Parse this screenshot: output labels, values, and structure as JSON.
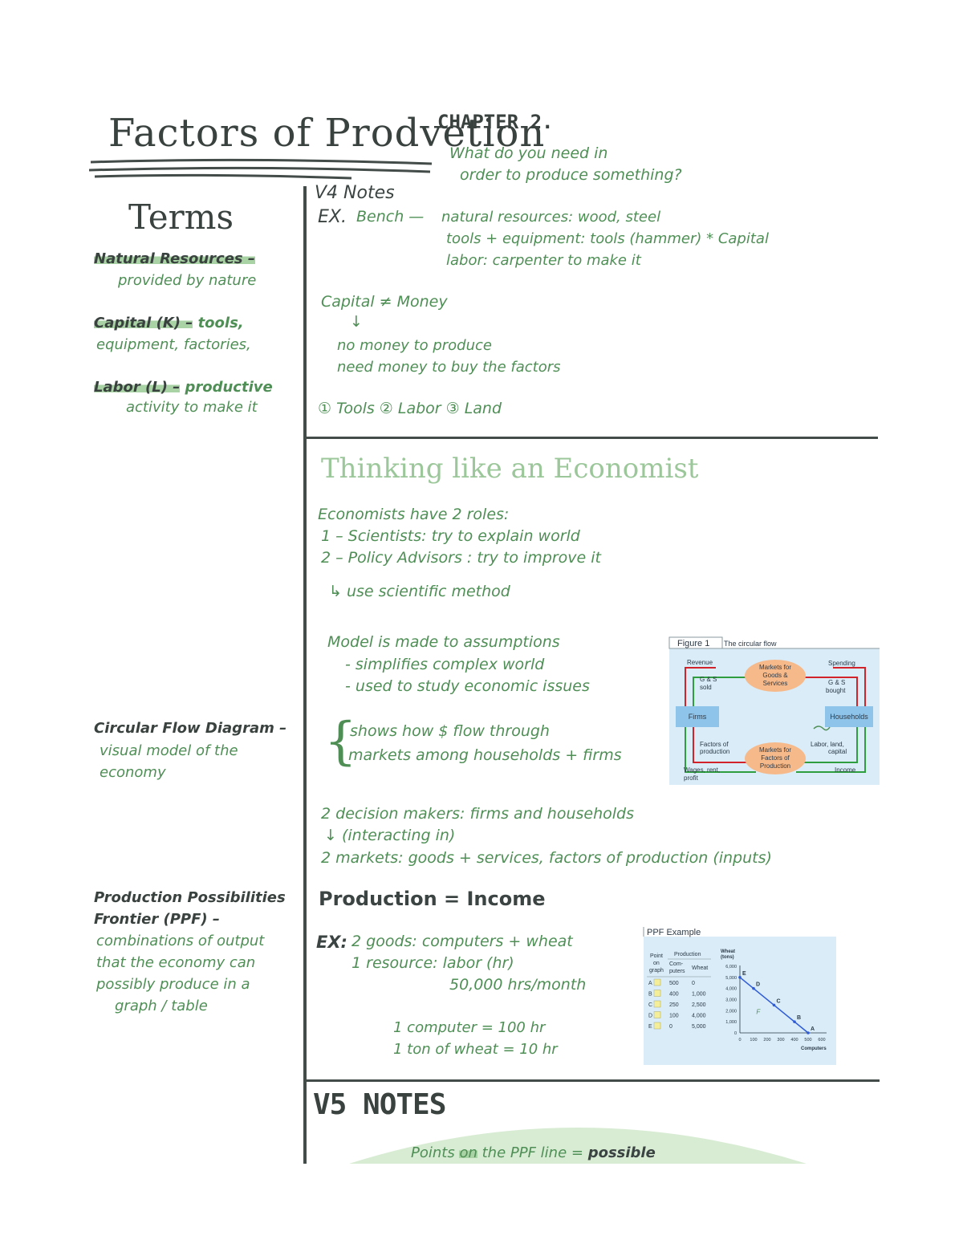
{
  "header": {
    "title": "Factors of Prodvetion",
    "chapter": "CHAPTER 2.",
    "question_line1": "What do you need in",
    "question_line2": "order to produce something?"
  },
  "sidebar": {
    "heading": "Terms",
    "items": [
      {
        "term": "Natural Resources –",
        "definition_line1": "provided by nature",
        "definition_line2": ""
      },
      {
        "term": "Capital (K) –",
        "definition_inline": "tools,",
        "definition_line1": "equipment, factories,",
        "definition_line2": ""
      },
      {
        "term": "Labor (L) –",
        "definition_inline": "productive",
        "definition_line1": "activity to make it",
        "definition_line2": ""
      },
      {
        "term": "Circular Flow Diagram –",
        "definition_line1": "visual model of the",
        "definition_line2": "economy"
      },
      {
        "term_line1": "Production Possibilities",
        "term_line2": "Frontier (PPF) –",
        "definition_line1": "combinations of output",
        "definition_line2": "that the economy can",
        "definition_line3": "possibly produce in a",
        "definition_line4": "graph / table"
      }
    ]
  },
  "v4": {
    "heading": "V4 Notes",
    "ex_label": "EX.",
    "ex_subject": "Bench —",
    "ex_line1": "natural resources: wood, steel",
    "ex_line2": "tools + equipment: tools (hammer) * Capital",
    "ex_line3": "labor: carpenter to make it",
    "capital_money": "Capital ≠ Money",
    "arrow_down": "↓",
    "no_money": "no money to produce",
    "need_money": "need money to buy the factors",
    "factors_list": "① Tools   ② Labor  ③ Land"
  },
  "thinking": {
    "heading": "Thinking like an Economist",
    "roles_intro": "Economists have 2 roles:",
    "role1": "1 – Scientists: try to explain world",
    "role2": "2 – Policy Advisors : try to improve it",
    "method": "↳ use scientific method",
    "model1": "Model is made to assumptions",
    "model2": "- simplifies complex world",
    "model3": "- used to study economic issues",
    "flow1": "shows how $ flow through",
    "flow2": "markets among households + firms",
    "dec1": "2 decision makers: firms and households",
    "dec2": "↓ (interacting in)",
    "dec3": "2 markets: goods + services, factors of production (inputs)",
    "prod_income": "Production = Income",
    "ex2_label": "EX:",
    "ex2_line1": "2 goods: computers + wheat",
    "ex2_line2": "1 resource: labor (hr)",
    "ex2_line3": "50,000 hrs/month",
    "conv1": "1 computer = 100 hr",
    "conv2": "1 ton of wheat = 10 hr"
  },
  "circular_flow": {
    "figure_label": "Figure 1",
    "figure_title": "The circular flow",
    "revenue": "Revenue",
    "spending": "Spending",
    "goods_sold_1": "G & S",
    "goods_sold_2": "sold",
    "goods_bought_1": "G & S",
    "goods_bought_2": "bought",
    "market_goods_1": "Markets for",
    "market_goods_2": "Goods &",
    "market_goods_3": "Services",
    "firms": "Firms",
    "households": "Households",
    "factors_1": "Factors of",
    "factors_2": "production",
    "labor_1": "Labor, land,",
    "labor_2": "capital",
    "market_factors_1": "Markets for",
    "market_factors_2": "Factors of",
    "market_factors_3": "Production",
    "wages_1": "Wages, rent,",
    "wages_2": "profit",
    "income": "Income",
    "colors": {
      "goods_flow": "#2e9e3e",
      "money_flow": "#d2232a",
      "market": "#f6b98a",
      "agent": "#8fc4ea",
      "panel": "#d9ecf8"
    }
  },
  "ppf": {
    "title": "PPF Example",
    "table_head_point": "Point",
    "table_head_on": "on",
    "table_head_graph": "graph",
    "table_head_production": "Production",
    "table_head_computers_1": "Com-",
    "table_head_computers_2": "puters",
    "table_head_wheat": "Wheat",
    "rows": [
      {
        "point": "A",
        "computers": "500",
        "wheat": "0"
      },
      {
        "point": "B",
        "computers": "400",
        "wheat": "1,000"
      },
      {
        "point": "C",
        "computers": "250",
        "wheat": "2,500"
      },
      {
        "point": "D",
        "computers": "100",
        "wheat": "4,000"
      },
      {
        "point": "E",
        "computers": "0",
        "wheat": "5,000"
      }
    ],
    "y_title_1": "Wheat",
    "y_title_2": "(tons)",
    "x_title": "Computers",
    "y_ticks": [
      "6,000",
      "5,000",
      "4,000",
      "3,000",
      "2,000",
      "1,000",
      "0"
    ],
    "x_ticks": [
      "0",
      "100",
      "200",
      "300",
      "400",
      "500",
      "600"
    ],
    "point_labels": {
      "A": "A",
      "B": "B",
      "C": "C",
      "D": "D",
      "E": "E",
      "F": "F"
    },
    "line_color": "#2f5bd6",
    "panel_color": "#d9ecf8"
  },
  "v5": {
    "heading": "V5 NOTES",
    "line1_a": "Points",
    "line1_b": "on",
    "line1_c": "the PPF line =",
    "line1_d": "possible"
  }
}
